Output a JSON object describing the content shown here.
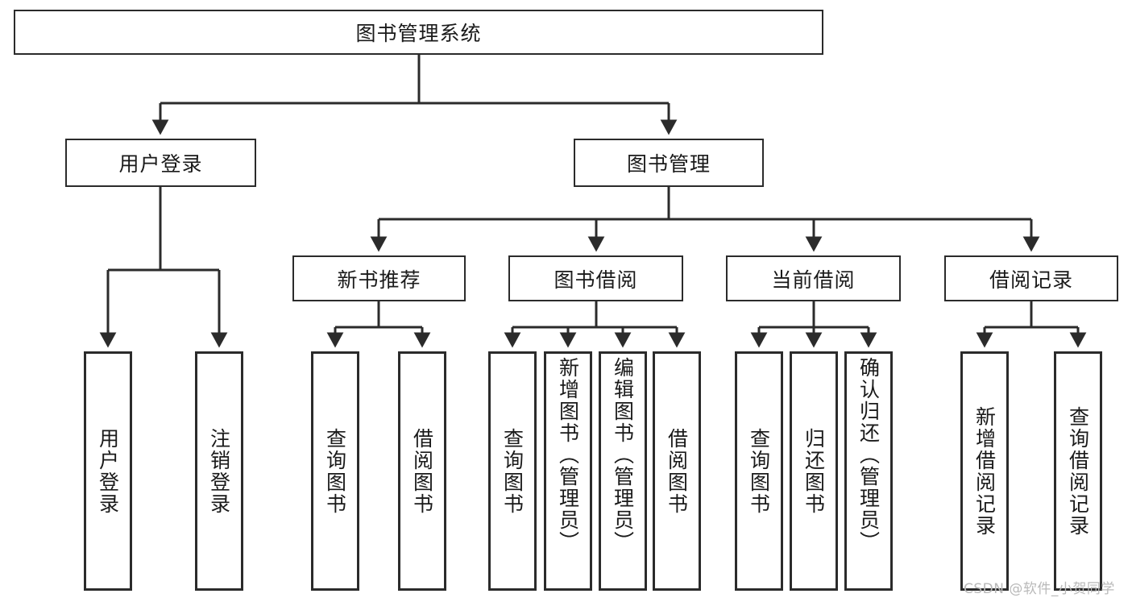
{
  "diagram": {
    "type": "tree-hierarchy",
    "title": "图书管理系统",
    "root": {
      "id": "root",
      "label": "图书管理系统"
    },
    "level2": [
      {
        "id": "user-login",
        "label": "用户登录"
      },
      {
        "id": "book-manage",
        "label": "图书管理"
      }
    ],
    "level3": [
      {
        "id": "new-book-recommend",
        "label": "新书推荐",
        "parent": "book-manage"
      },
      {
        "id": "book-borrow",
        "label": "图书借阅",
        "parent": "book-manage"
      },
      {
        "id": "current-borrow",
        "label": "当前借阅",
        "parent": "book-manage"
      },
      {
        "id": "borrow-record",
        "label": "借阅记录",
        "parent": "book-manage"
      }
    ],
    "leaves": {
      "user-login": [
        {
          "id": "leaf-user-login",
          "label": "用户登录"
        },
        {
          "id": "leaf-user-logout",
          "label": "注销登录"
        }
      ],
      "new-book-recommend": [
        {
          "id": "leaf-query-book-1",
          "label": "查询图书"
        },
        {
          "id": "leaf-borrow-book-1",
          "label": "借阅图书"
        }
      ],
      "book-borrow": [
        {
          "id": "leaf-query-book-2",
          "label": "查询图书"
        },
        {
          "id": "leaf-add-book",
          "label": "新增图书（管理员）"
        },
        {
          "id": "leaf-edit-book",
          "label": "编辑图书（管理员）"
        },
        {
          "id": "leaf-borrow-book-2",
          "label": "借阅图书"
        }
      ],
      "current-borrow": [
        {
          "id": "leaf-query-book-3",
          "label": "查询图书"
        },
        {
          "id": "leaf-return-book",
          "label": "归还图书"
        },
        {
          "id": "leaf-confirm-return",
          "label": "确认归还（管理员）"
        }
      ],
      "borrow-record": [
        {
          "id": "leaf-add-record",
          "label": "新增借阅记录"
        },
        {
          "id": "leaf-query-record",
          "label": "查询借阅记录"
        }
      ]
    }
  },
  "watermark": {
    "text": "CSDN @软件_小贺同学"
  },
  "colors": {
    "stroke": "#2b2b2b",
    "background": "#ffffff",
    "text": "#1a1a1a",
    "watermark": "#b9b9b9"
  }
}
